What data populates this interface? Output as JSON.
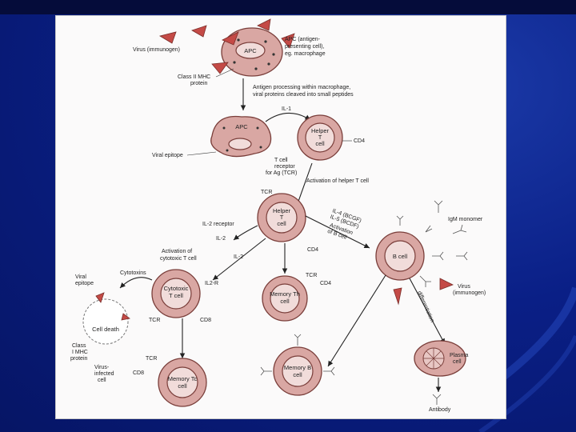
{
  "labels": {
    "virus_immunogen_top": "Virus (immunogen)",
    "apc_title": "APC",
    "apc_desc_1": "APC (antigen-",
    "apc_desc_2": "presenting cell),",
    "apc_desc_3": "eg. macrophage",
    "class2_mhc_1": "Class II MHC",
    "class2_mhc_2": "protein",
    "antigen_processing_1": "Antigen processing within macrophage,",
    "antigen_processing_2": "viral proteins cleaved into small peptides",
    "il1": "IL-1",
    "apc2": "APC",
    "helper_t_cell_1": "Helper",
    "helper_t_cell_2": "T",
    "helper_t_cell_3": "cell",
    "cd4_a": "CD4",
    "viral_epitope_a": "Viral epitope",
    "tcr_rec_1": "T cell",
    "tcr_rec_2": "receptor",
    "tcr_rec_3": "for Ag (TCR)",
    "activation_helper": "Activation of helper T cell",
    "tcr_b": "TCR",
    "helper2_1": "Helper",
    "helper2_2": "T",
    "helper2_3": "cell",
    "il2_receptor": "IL-2 receptor",
    "il2_a": "IL-2",
    "il4": "IL-4 (BCGF)",
    "il5": "IL-5 (BCDF)",
    "activation_b_1": "Activation",
    "activation_b_2": "of B cell",
    "igm_monomer": "IgM monomer",
    "cd4_b": "CD4",
    "activation_cytotoxic_1": "Activation of",
    "activation_cytotoxic_2": "cytotoxic T cell",
    "il2_b": "IL-2",
    "b_cell": "B cell",
    "cytotoxins": "Cytotoxins",
    "viral_epitope_b_1": "Viral",
    "viral_epitope_b_2": "epitope",
    "cytotoxic_1": "Cytotoxic",
    "cytotoxic_2": "T cell",
    "il2r": "IL2-R",
    "tcr_c": "TCR",
    "cd4_c": "CD4",
    "memory_th_1": "Memory Th",
    "memory_th_2": "cell",
    "virus_immunogen_b_1": "Virus",
    "virus_immunogen_b_2": "(immunogen)",
    "differentiation": "differentiation",
    "cell_death": "Cell death",
    "tcr_d": "TCR",
    "cd8_a": "CD8",
    "class1_mhc_1": "Class",
    "class1_mhc_2": "I MHC",
    "class1_mhc_3": "protein",
    "virus_infected_1": "Virus-",
    "virus_infected_2": "infected",
    "virus_infected_3": "cell",
    "tcr_e": "TCR",
    "cd8_b": "CD8",
    "memory_tc_1": "Memory Tc",
    "memory_tc_2": "cell",
    "memory_b_1": "Memory B",
    "memory_b_2": "cell",
    "plasma_1": "Plasma",
    "plasma_2": "cell",
    "antibody": "Antibody"
  },
  "colors": {
    "background": "#0a1f86",
    "cell_fill": "#d9a7a3",
    "virus": "#c44a46"
  }
}
